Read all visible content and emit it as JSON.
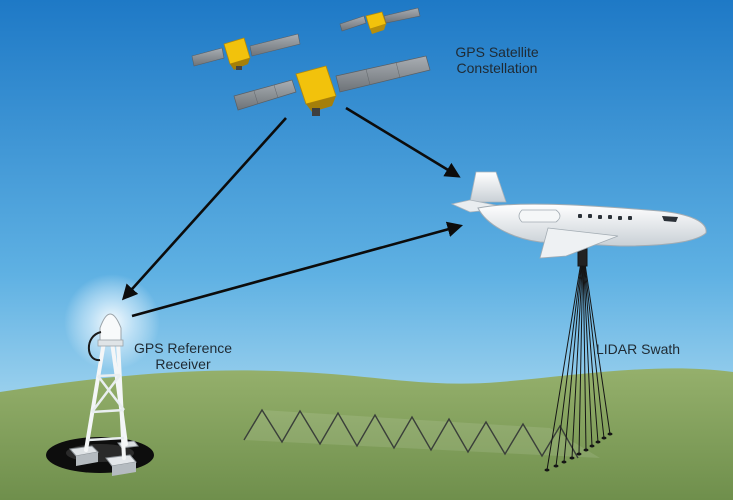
{
  "labels": {
    "satellites": [
      "GPS Satellite",
      "Constellation"
    ],
    "receiver": [
      "GPS Reference",
      "Receiver"
    ],
    "swath": "LIDAR Swath"
  },
  "colors": {
    "sky_top": "#1e79c6",
    "sky_bottom": "#bfe3f3",
    "ground": "#7e9e5a",
    "satellite_body": "#f2c20c",
    "solar_panel": "#8a8f94",
    "aircraft": "#f4f6f8",
    "arrow": "#0c0c0c",
    "text": "#1f2a33"
  },
  "icons": [
    "gps-satellite-icon",
    "aircraft-icon",
    "reference-tower-icon",
    "lidar-beam-fan",
    "scan-pattern"
  ]
}
